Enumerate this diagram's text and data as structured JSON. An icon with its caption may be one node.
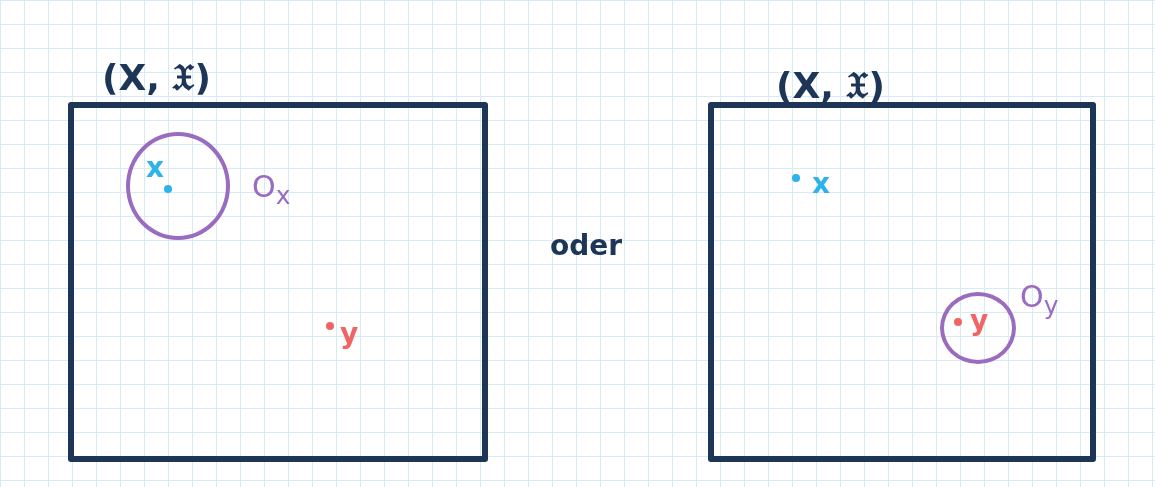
{
  "diagram": {
    "nodes": [
      {
        "text": [
          "(X, 𝔛)"
        ]
      },
      {
        "text": [],
        "shape": "circle",
        "in": 0,
        "beside": [
          "O$_{x}$"
        ]
      },
      {
        "text": [
          "(X, 𝔛)"
        ]
      },
      {
        "text": [],
        "shape": "circle",
        "in": 2,
        "beside": [
          "O$_{y}$"
        ]
      }
    ],
    "labels": [
      "x",
      "y",
      "oder",
      "x",
      "y"
    ]
  }
}
